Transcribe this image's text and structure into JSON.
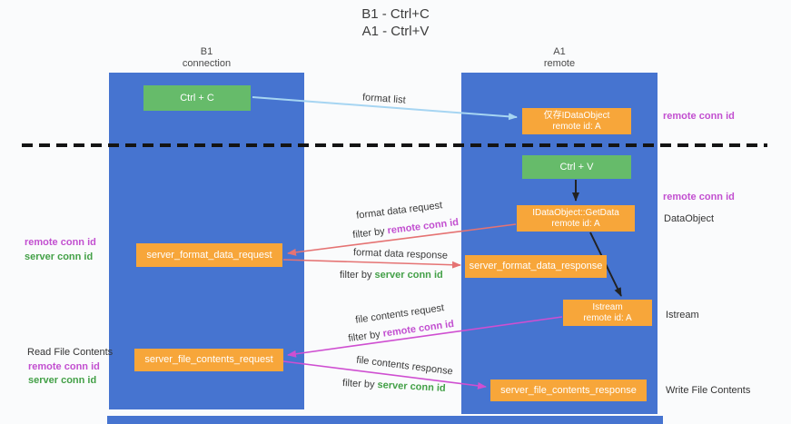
{
  "title": {
    "line1": "B1 - Ctrl+C",
    "line2": "A1 - Ctrl+V"
  },
  "columns": {
    "left": {
      "name": "B1",
      "subtitle": "connection"
    },
    "right": {
      "name": "A1",
      "subtitle": "remote"
    }
  },
  "boxes": {
    "ctrl_c": "Ctrl + C",
    "ctrl_v": "Ctrl + V",
    "dataobject_store": {
      "line1": "仅存IDataObject",
      "line2": "remote id: A"
    },
    "getdata": {
      "line1": "IDataObject::GetData",
      "line2": "remote id: A"
    },
    "istream": {
      "line1": "Istream",
      "line2": "remote id: A"
    },
    "format_request": "server_format_data_request",
    "format_response": "server_format_data_response",
    "file_request": "server_file_contents_request",
    "file_response": "server_file_contents_response"
  },
  "arrow_labels": {
    "format_list": "format list",
    "format_data_request": "format data request",
    "format_data_response": "format data response",
    "file_contents_request": "file contents request",
    "file_contents_response": "file contents response",
    "filter_by": "filter by",
    "remote_conn_id": "remote conn id",
    "server_conn_id": "server conn id"
  },
  "side_labels": {
    "right_remote_conn_id_1": "remote conn id",
    "right_remote_conn_id_2": "remote conn id",
    "dataobject": "DataObject",
    "istream": "Istream",
    "write_file_contents": "Write File Contents",
    "left_remote_conn_id_1": "remote conn id",
    "left_server_conn_id_1": "server conn id",
    "read_file_contents": "Read File Contents",
    "left_remote_conn_id_2": "remote conn id",
    "left_server_conn_id_2": "server conn id"
  },
  "colors": {
    "lifeline_blue": "#4674d0",
    "box_green": "#66bb6a",
    "box_orange": "#f7a63a",
    "magenta_text": "#c24fd0",
    "green_text": "#43a047",
    "arrow_blue": "#a6d5f2",
    "arrow_red": "#e57373",
    "arrow_magenta": "#cf4fd1",
    "arrow_black": "#222222"
  }
}
